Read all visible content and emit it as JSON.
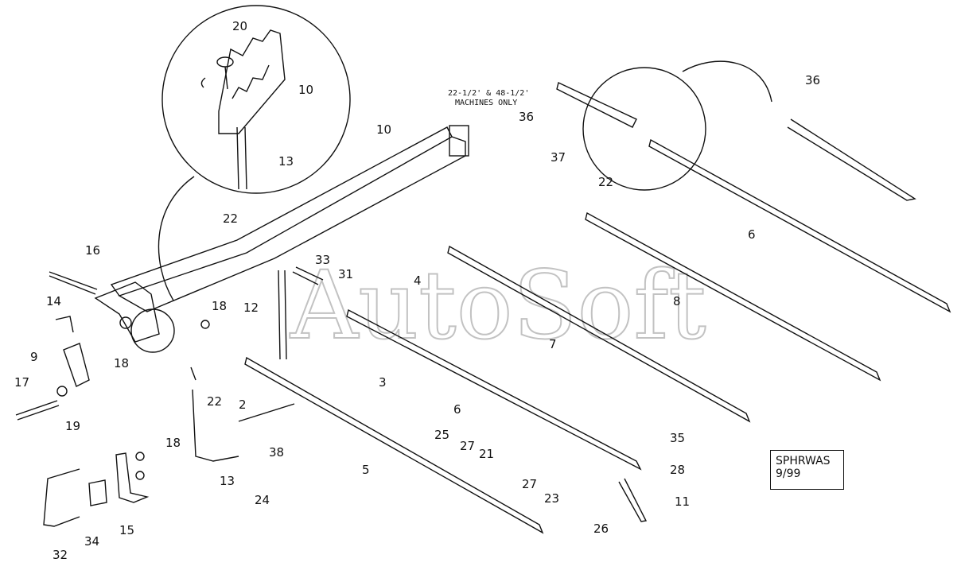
{
  "watermark": "AutoSoft",
  "note_lines": [
    "22-1/2' & 48-1/2'",
    "MACHINES ONLY"
  ],
  "code_box": {
    "line1": "SPHRWAS",
    "line2": "9/99"
  },
  "callouts": [
    {
      "num": "20",
      "side": "top"
    },
    {
      "num": "10",
      "side": "detail"
    },
    {
      "num": "13",
      "side": "detail"
    },
    {
      "num": "10",
      "side": "tongue"
    },
    {
      "num": "22",
      "side": "tongue"
    },
    {
      "num": "16",
      "side": "left"
    },
    {
      "num": "14",
      "side": "left"
    },
    {
      "num": "9",
      "side": "left"
    },
    {
      "num": "18",
      "side": "left"
    },
    {
      "num": "17",
      "side": "left"
    },
    {
      "num": "19",
      "side": "left"
    },
    {
      "num": "18",
      "side": "hitch"
    },
    {
      "num": "12",
      "side": "chain"
    },
    {
      "num": "33",
      "side": "pin"
    },
    {
      "num": "31",
      "side": "pin"
    },
    {
      "num": "4",
      "side": "bracket"
    },
    {
      "num": "3",
      "side": "bracket"
    },
    {
      "num": "22",
      "side": "lower"
    },
    {
      "num": "2",
      "side": "lower"
    },
    {
      "num": "13",
      "side": "lower"
    },
    {
      "num": "38",
      "side": "lower"
    },
    {
      "num": "24",
      "side": "lower"
    },
    {
      "num": "18",
      "side": "clamp"
    },
    {
      "num": "15",
      "side": "clamp"
    },
    {
      "num": "34",
      "side": "clamp"
    },
    {
      "num": "32",
      "side": "clamp"
    },
    {
      "num": "5",
      "side": "bar"
    },
    {
      "num": "6",
      "side": "bar"
    },
    {
      "num": "7",
      "side": "bar"
    },
    {
      "num": "8",
      "side": "bar"
    },
    {
      "num": "6",
      "side": "bar-top"
    },
    {
      "num": "25",
      "side": "hardware"
    },
    {
      "num": "27",
      "side": "hardware"
    },
    {
      "num": "21",
      "side": "hardware"
    },
    {
      "num": "27",
      "side": "hardware"
    },
    {
      "num": "23",
      "side": "hardware"
    },
    {
      "num": "35",
      "side": "tine"
    },
    {
      "num": "28",
      "side": "tine"
    },
    {
      "num": "11",
      "side": "tine"
    },
    {
      "num": "26",
      "side": "tine"
    },
    {
      "num": "36",
      "side": "top-right"
    },
    {
      "num": "36",
      "side": "top-right"
    },
    {
      "num": "37",
      "side": "top-right"
    },
    {
      "num": "22",
      "side": "top-right"
    }
  ]
}
